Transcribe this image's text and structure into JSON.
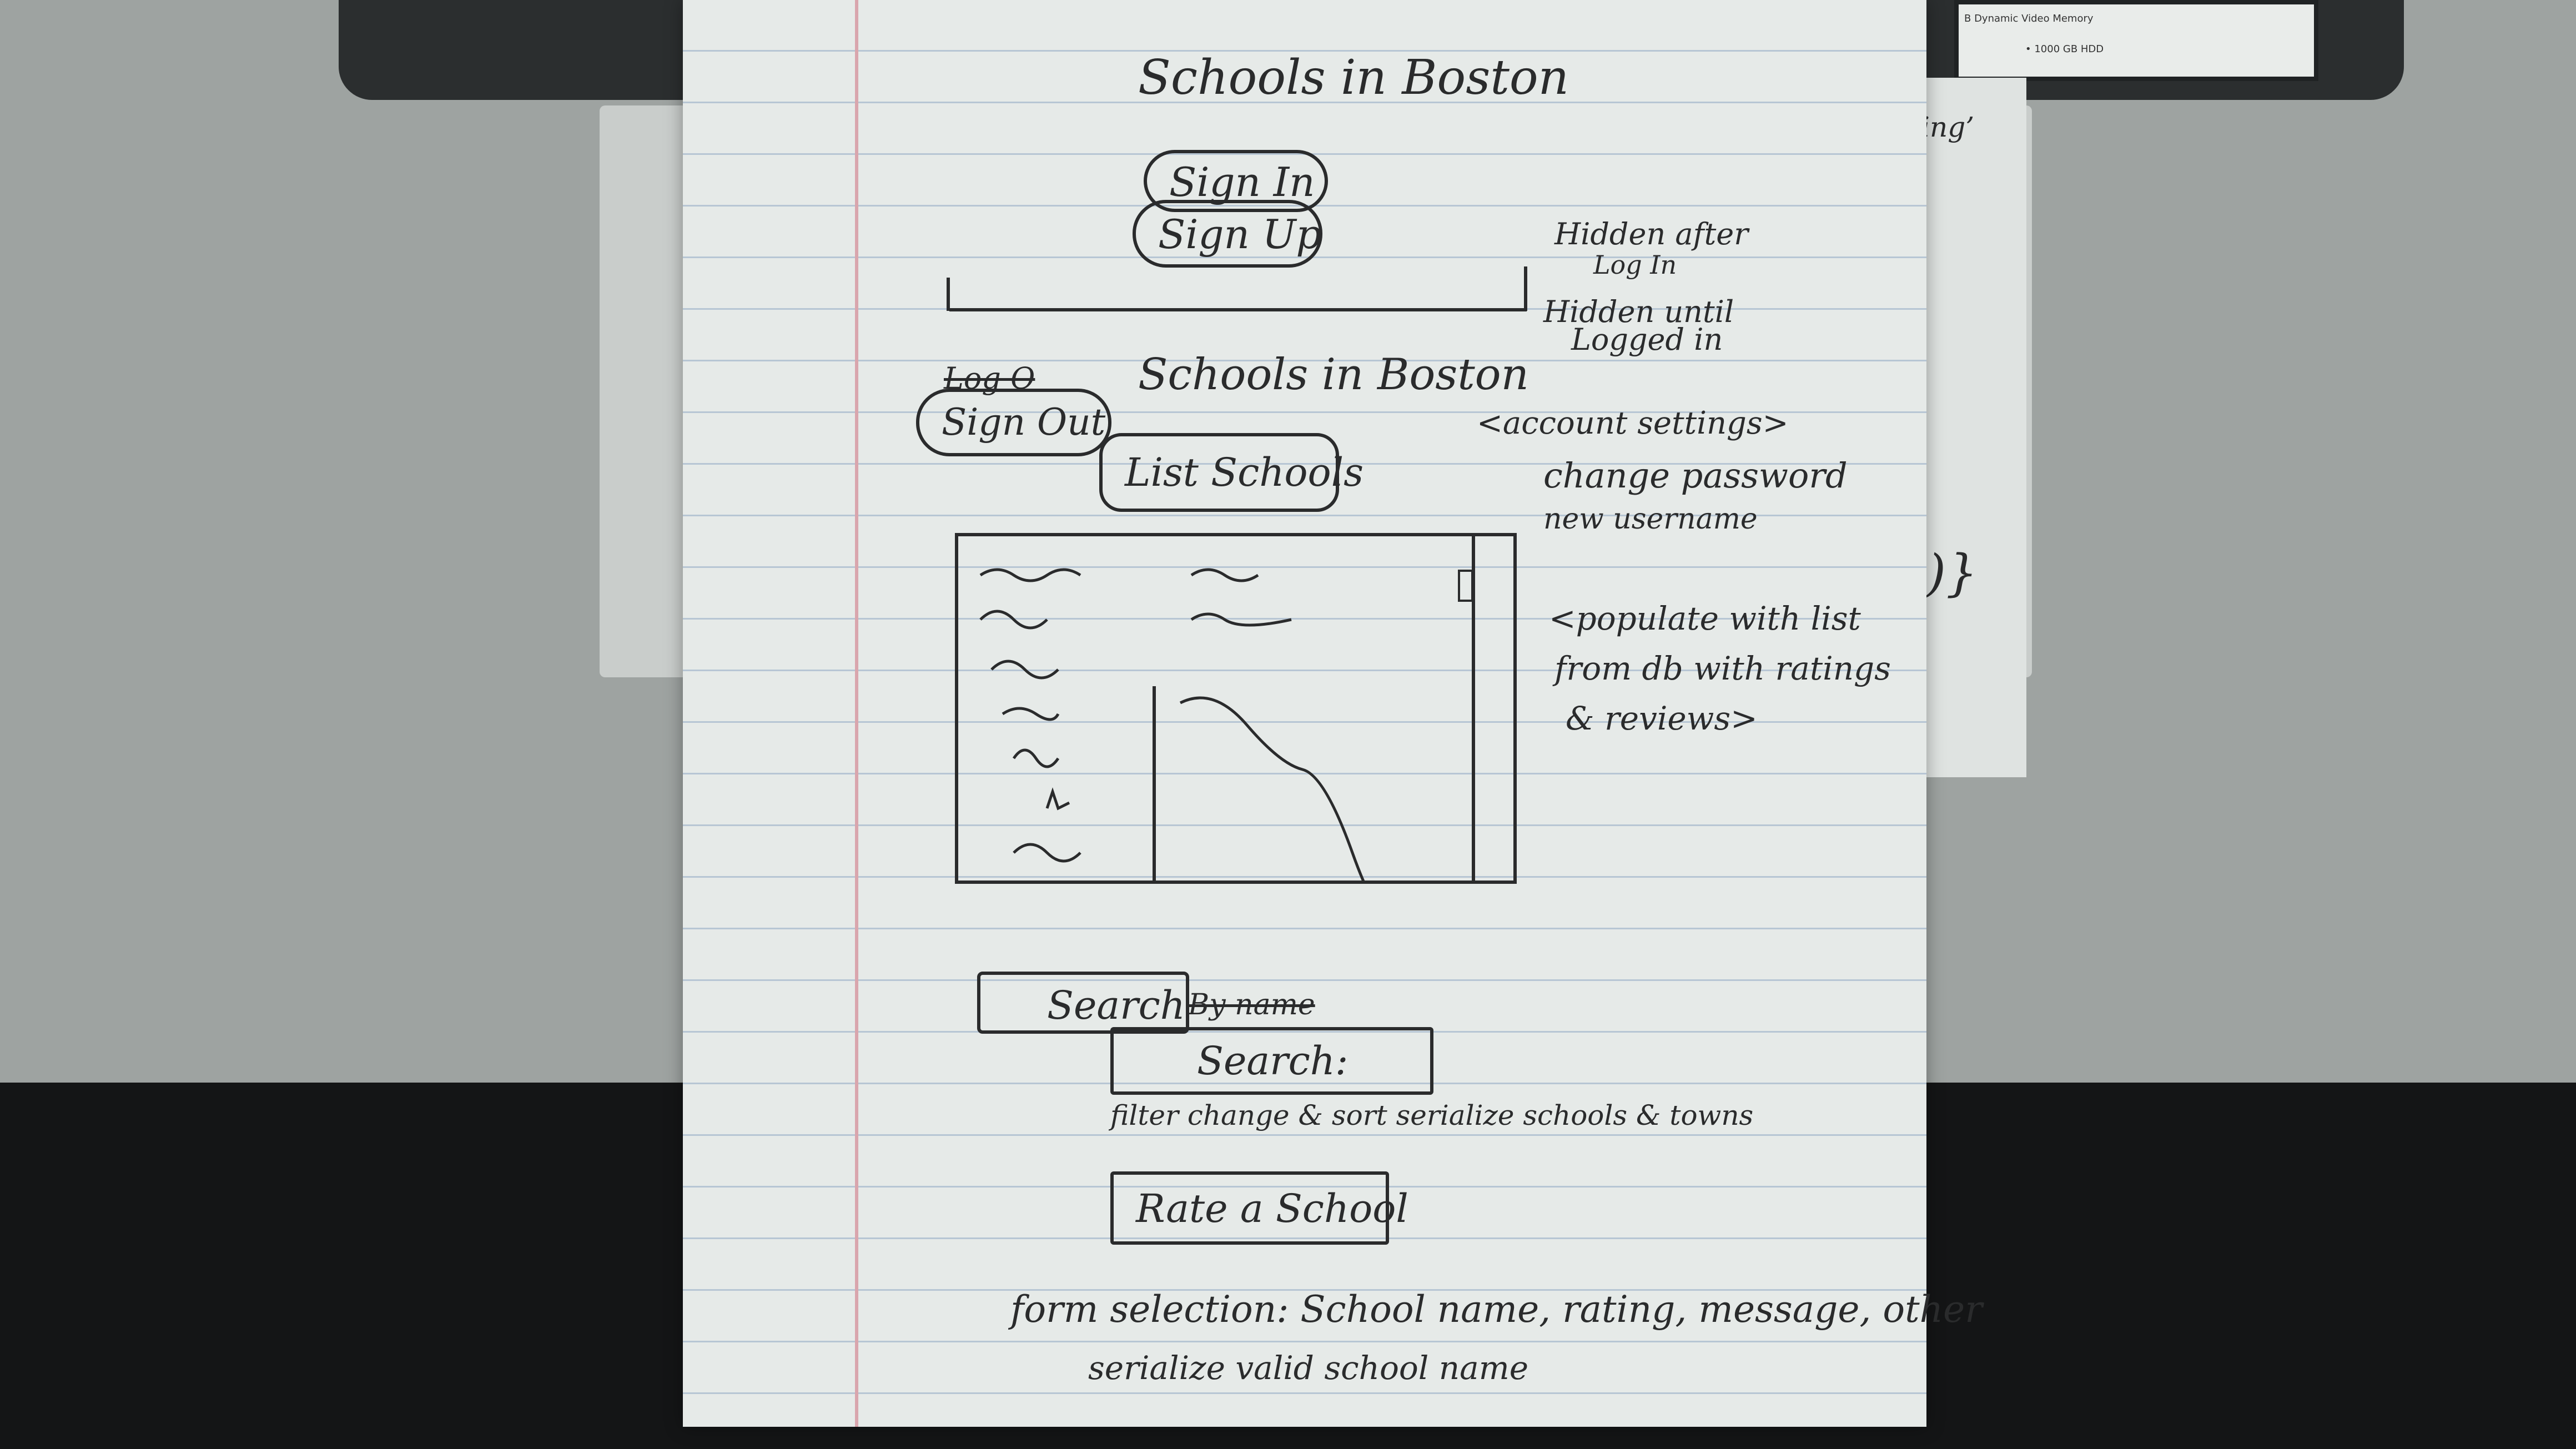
{
  "laptop_screen": {
    "line1": "B Dynamic Video Memory",
    "line2": "• 1000 GB HDD"
  },
  "back_paper": {
    "fragment_top": "ing’",
    "fragment_mid": ")}"
  },
  "sketch": {
    "title1": "Schools in Boston",
    "sign_in": "Sign In",
    "sign_up": "Sign Up",
    "note_hidden_after": "Hidden after",
    "note_login": "Log In",
    "note_hidden_until": "Hidden until",
    "note_logged_in": "Logged in",
    "title2": "Schools in Boston",
    "logout_struck": "Log O",
    "sign_out": "Sign Out",
    "list_schools": "List Schools",
    "account_settings": "<account settings>",
    "change_password": "change password",
    "new_username": "new username",
    "populate_1": "<populate with list",
    "populate_2": "from db with ratings",
    "populate_3": "& reviews>",
    "search_label": "Search",
    "search_struck": "By name",
    "search_box": "Search:",
    "filter_note": "filter change & sort serialize schools & towns",
    "rate_school": "Rate a School",
    "form_selection": "form selection: School name, rating, message, other",
    "serialize_note": "serialize valid school name"
  }
}
